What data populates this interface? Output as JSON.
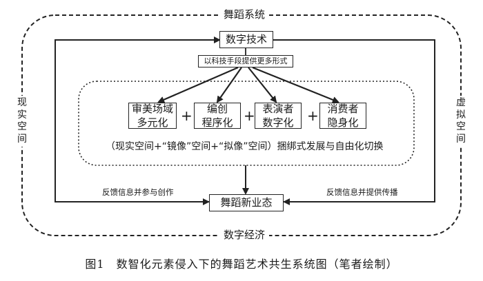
{
  "outer_top_label": "舞蹈系统",
  "outer_bottom_label": "数字经济",
  "left_side_label": [
    "现",
    "实",
    "空",
    "间"
  ],
  "right_side_label": [
    "虚",
    "拟",
    "空",
    "间"
  ],
  "top_box": "数字技术",
  "means_box": "以科技手段提供更多形式",
  "inner_boxes": [
    {
      "line1": "审美场域",
      "line2": "多元化"
    },
    {
      "line1": "编创",
      "line2": "程序化"
    },
    {
      "line1": "表演者",
      "line2": "数字化"
    },
    {
      "line1": "消费者",
      "line2": "隐身化"
    }
  ],
  "plus_sign": "+",
  "binding_text": "（现实空间+“镜像”空间+“拟像”空间）捆绑式发展与自由化切换",
  "bottom_box": "舞蹈新业态",
  "feedback_left": "反馈信息并参与创作",
  "feedback_right": "反馈信息并提供传播",
  "caption": "图1　数智化元素侵入下的舞蹈艺术共生系统图（笔者绘制）"
}
